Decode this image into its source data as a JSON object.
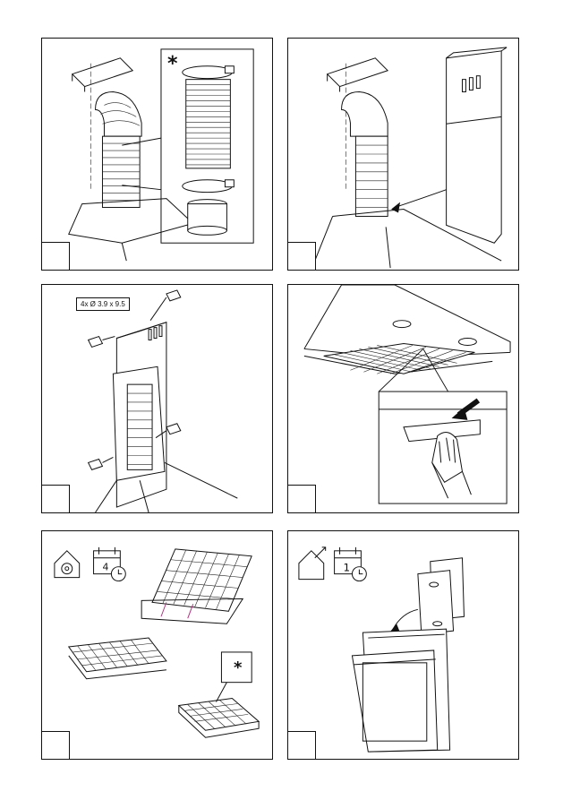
{
  "panels": [
    {
      "id": "p1",
      "callout": "*"
    },
    {
      "id": "p2"
    },
    {
      "id": "p3",
      "screw_label": "4x Ø 3.9 x 9.5"
    },
    {
      "id": "p4"
    },
    {
      "id": "p5",
      "callout": "*"
    },
    {
      "id": "p6"
    }
  ],
  "icons": {
    "house_filter": "house-filter-icon",
    "calendar_clock": "calendar-clock-icon",
    "house_outlet": "house-outlet-icon",
    "calendar_one": "calendar-one-icon"
  },
  "colors": {
    "line": "#111111",
    "accent_arrow": "#b03080"
  }
}
